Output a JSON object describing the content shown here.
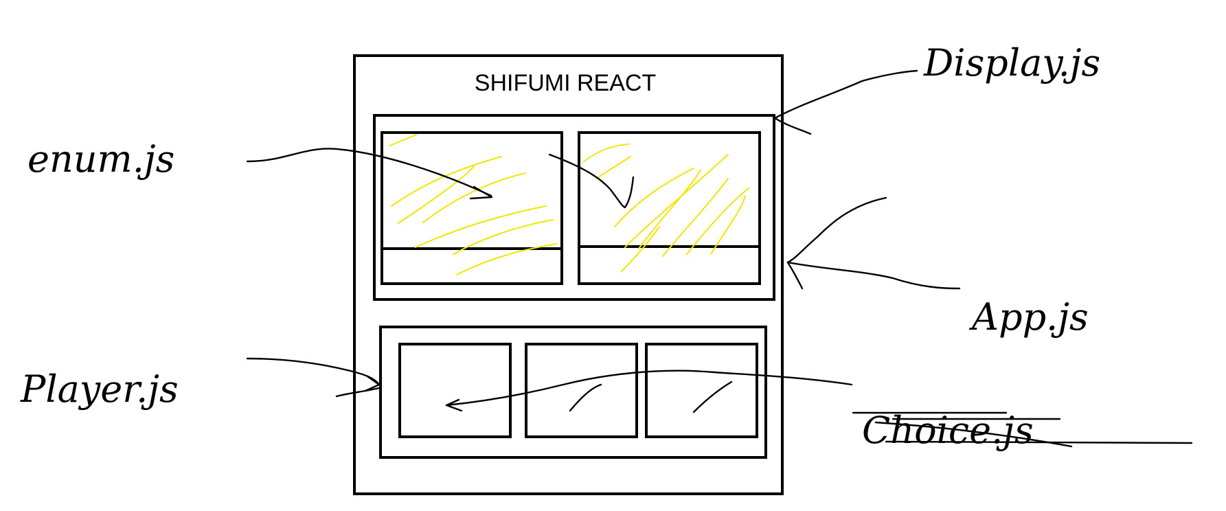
{
  "diagram": {
    "title": "SHIFUMI REACT",
    "labels": {
      "enum": "enum.js",
      "display": "Display.js",
      "app": "App.js",
      "player": "Player.js",
      "choice": "Choice.js"
    },
    "colors": {
      "ink": "#000000",
      "highlight": "#f2e600",
      "background": "#ffffff"
    }
  }
}
